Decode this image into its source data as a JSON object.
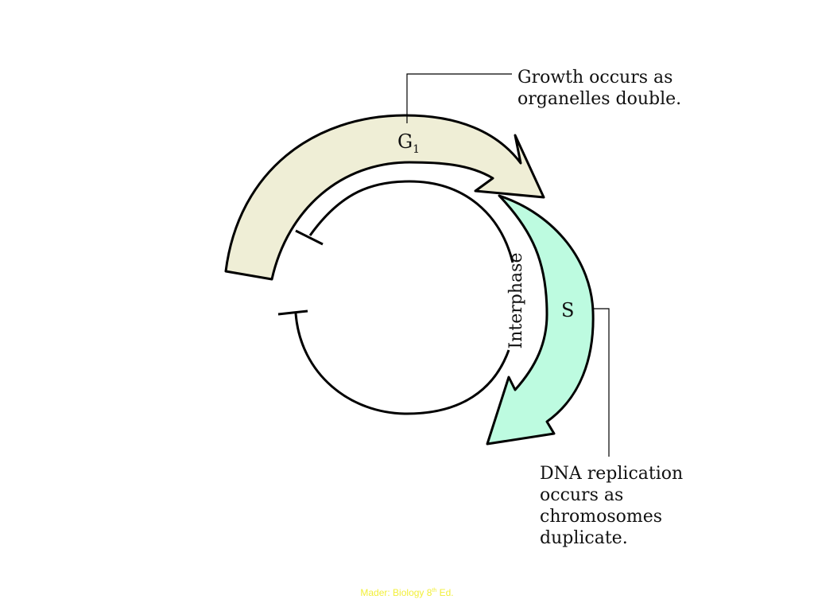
{
  "diagram": {
    "phases": [
      {
        "letter": "G",
        "subscript": "1",
        "fill": "#efeed6"
      },
      {
        "letter": "S",
        "fill": "#bdfbe0"
      }
    ],
    "interphase_label": "Interphase",
    "callouts": {
      "g1": [
        "Growth occurs as",
        "organelles double."
      ],
      "s": [
        "DNA replication",
        "occurs as",
        "chromosomes",
        "duplicate."
      ]
    }
  },
  "caption": {
    "prefix": "Mader: Biology 8",
    "superscript": "th",
    "suffix": " Ed."
  }
}
